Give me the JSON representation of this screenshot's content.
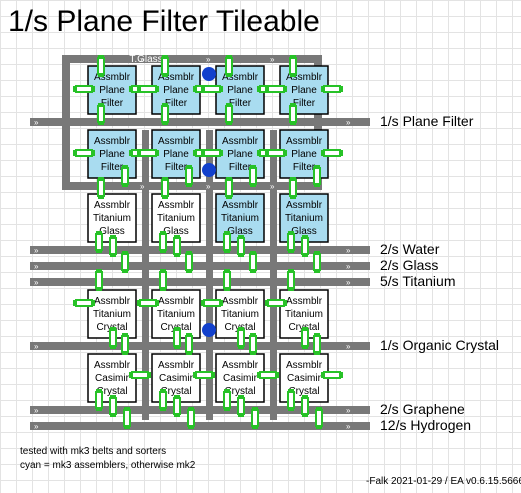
{
  "title": "1/s Plane Filter Tileable",
  "belt_labels": {
    "plane_filter": "1/s Plane Filter",
    "water": "2/s Water",
    "glass": "2/s Glass",
    "titanium": "5/s Titanium",
    "organic_crystal": "1/s Organic Crystal",
    "graphene": "2/s Graphene",
    "hydrogen": "12/s Hydrogen",
    "t_glass": "T.Glass"
  },
  "notes": {
    "line1": "tested with mk3 belts and sorters",
    "line2": "cyan = mk3 assemblers, otherwise mk2"
  },
  "credit": "-Falk 2021-01-29 / EA v0.6.15.5666",
  "machines": {
    "plane_filter": [
      "Assmblr",
      "Plane",
      "Filter"
    ],
    "titanium_glass": [
      "Assmblr",
      "Titanium",
      "Glass"
    ],
    "titanium_crystal": [
      "Assmblr",
      "Titanium",
      "Crystal"
    ],
    "casimir_crystal": [
      "Assmblr",
      "Casimir",
      "Crystal"
    ]
  },
  "colors": {
    "mk3_assembler": "#a9dcf0",
    "mk2_assembler": "#ffffff",
    "belt": "#787878",
    "sorter": "#27c227",
    "splitter_node": "#1240cc"
  }
}
